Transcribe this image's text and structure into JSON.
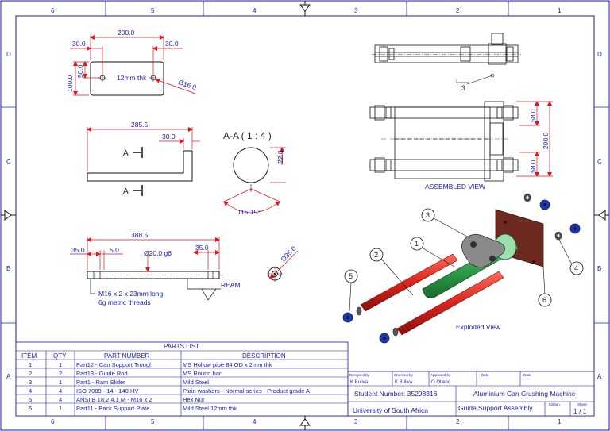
{
  "sheet": {
    "zones_top": [
      "6",
      "5",
      "4",
      "3",
      "2",
      "1"
    ],
    "zones_bottom": [
      "6",
      "5",
      "4",
      "3",
      "2",
      "1"
    ],
    "zones_left": [
      "D",
      "C",
      "B",
      "A"
    ],
    "zones_right": [
      "D",
      "C",
      "B",
      "A"
    ]
  },
  "plate_view": {
    "dim_width": "200.0",
    "dim_edge_left": "30.0",
    "dim_edge_right": "30.0",
    "dim_height": "100.0",
    "dim_hole_y": "50.0",
    "thickness_note": "12mm thk",
    "dim_hole_dia": "Ø16.0"
  },
  "trough_view": {
    "dim_length": "285.5",
    "dim_flange": "30.0",
    "section_label_a1": "A",
    "section_label_a2": "A"
  },
  "section_view": {
    "title": "A-A ( 1 : 4 )",
    "dim_radius": "22.0",
    "dim_angle": "115.19°"
  },
  "rod_view": {
    "dim_overall": "388.5",
    "dim_left": "35.0",
    "dim_step": "5.0",
    "dim_dia": "Ø20.0 g6",
    "dim_right": "35.0",
    "ream_note": "REAM",
    "thread_note_1": "M16 x 2 x 23mm long",
    "thread_note_2": "6g metric threads",
    "dim_end_dia": "Ø35.0"
  },
  "assembled_view": {
    "label": "ASSEMBLED VIEW",
    "balloon": "3",
    "dim_upper": "58.0",
    "dim_total": "200.0",
    "dim_lower": "58.0"
  },
  "exploded_view": {
    "label": "Exploded View",
    "balloons": [
      "1",
      "2",
      "3",
      "4",
      "5",
      "6"
    ]
  },
  "parts_list": {
    "title": "PARTS LIST",
    "headers": [
      "ITEM",
      "QTY",
      "PART NUMBER",
      "DESCRIPTION"
    ],
    "rows": [
      [
        "1",
        "1",
        "Part12 - Can Support Trough",
        "MS Hollow pipe 84 OD x 2mm thk"
      ],
      [
        "2",
        "2",
        "Part13 - Guide Rod",
        "MS Round bar"
      ],
      [
        "3",
        "1",
        "Part1 - Ram Slider",
        "Mild Steel"
      ],
      [
        "4",
        "4",
        "ISO 7089 - 14 - 140 HV",
        "Plain washers - Normal series - Product grade A"
      ],
      [
        "5",
        "4",
        "ANSI B 18.2.4.1 M - M16 x 2",
        "Hex Nut"
      ],
      [
        "6",
        "1",
        "Part11 - Back Support Plate",
        "Mild Steel 12mm thk"
      ]
    ]
  },
  "title_block": {
    "designed_by_label": "Designed by",
    "designed_by": "K Buliva",
    "checked_by_label": "Checked by",
    "checked_by": "K Buliva",
    "approved_by_label": "Approved by",
    "approved_by": "O Otieno",
    "date_label_1": "Date",
    "date_label_2": "Date",
    "student_number": "Student Number: 35298316",
    "university": "University of South Africa",
    "project_title": "Aluminium Can Crushing Machine",
    "drawing_title": "Guide Support Assembly",
    "edition_label": "Edition",
    "sheet_label": "Sheet",
    "sheet_value": "1 / 1"
  },
  "colors": {
    "border": "#1a1ab4",
    "dimension": "#e0141e",
    "text": "#1a1ab4",
    "rod": "#d8241c",
    "trough": "#2e9e4a",
    "plate": "#6e2a20",
    "slider": "#8a8a8a",
    "nut": "#2038a8"
  }
}
